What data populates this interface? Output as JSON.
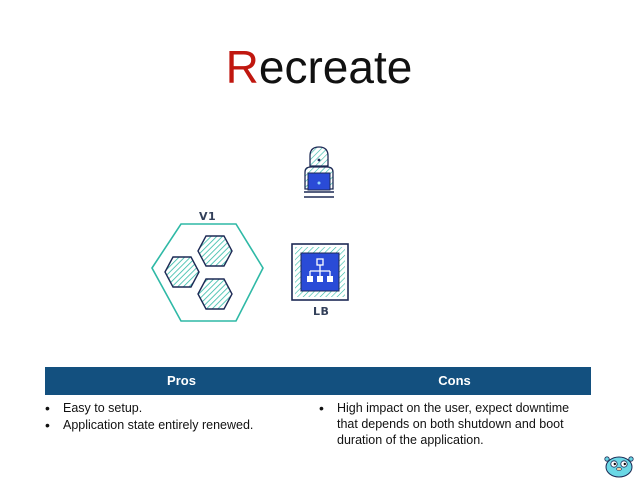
{
  "slide": {
    "title_first_letter": "R",
    "title_rest": "ecreate",
    "title_first_letter_color": "#c0170f"
  },
  "diagram": {
    "v1_label": "V1",
    "lb_label": "LB"
  },
  "table": {
    "header_color": "#13507f",
    "pros_header": "Pros",
    "cons_header": "Cons",
    "pros": [
      "Easy to setup.",
      "Application state entirely renewed."
    ],
    "cons": [
      "High impact on the user, expect downtime that depends on both shutdown and boot duration of the application."
    ]
  }
}
